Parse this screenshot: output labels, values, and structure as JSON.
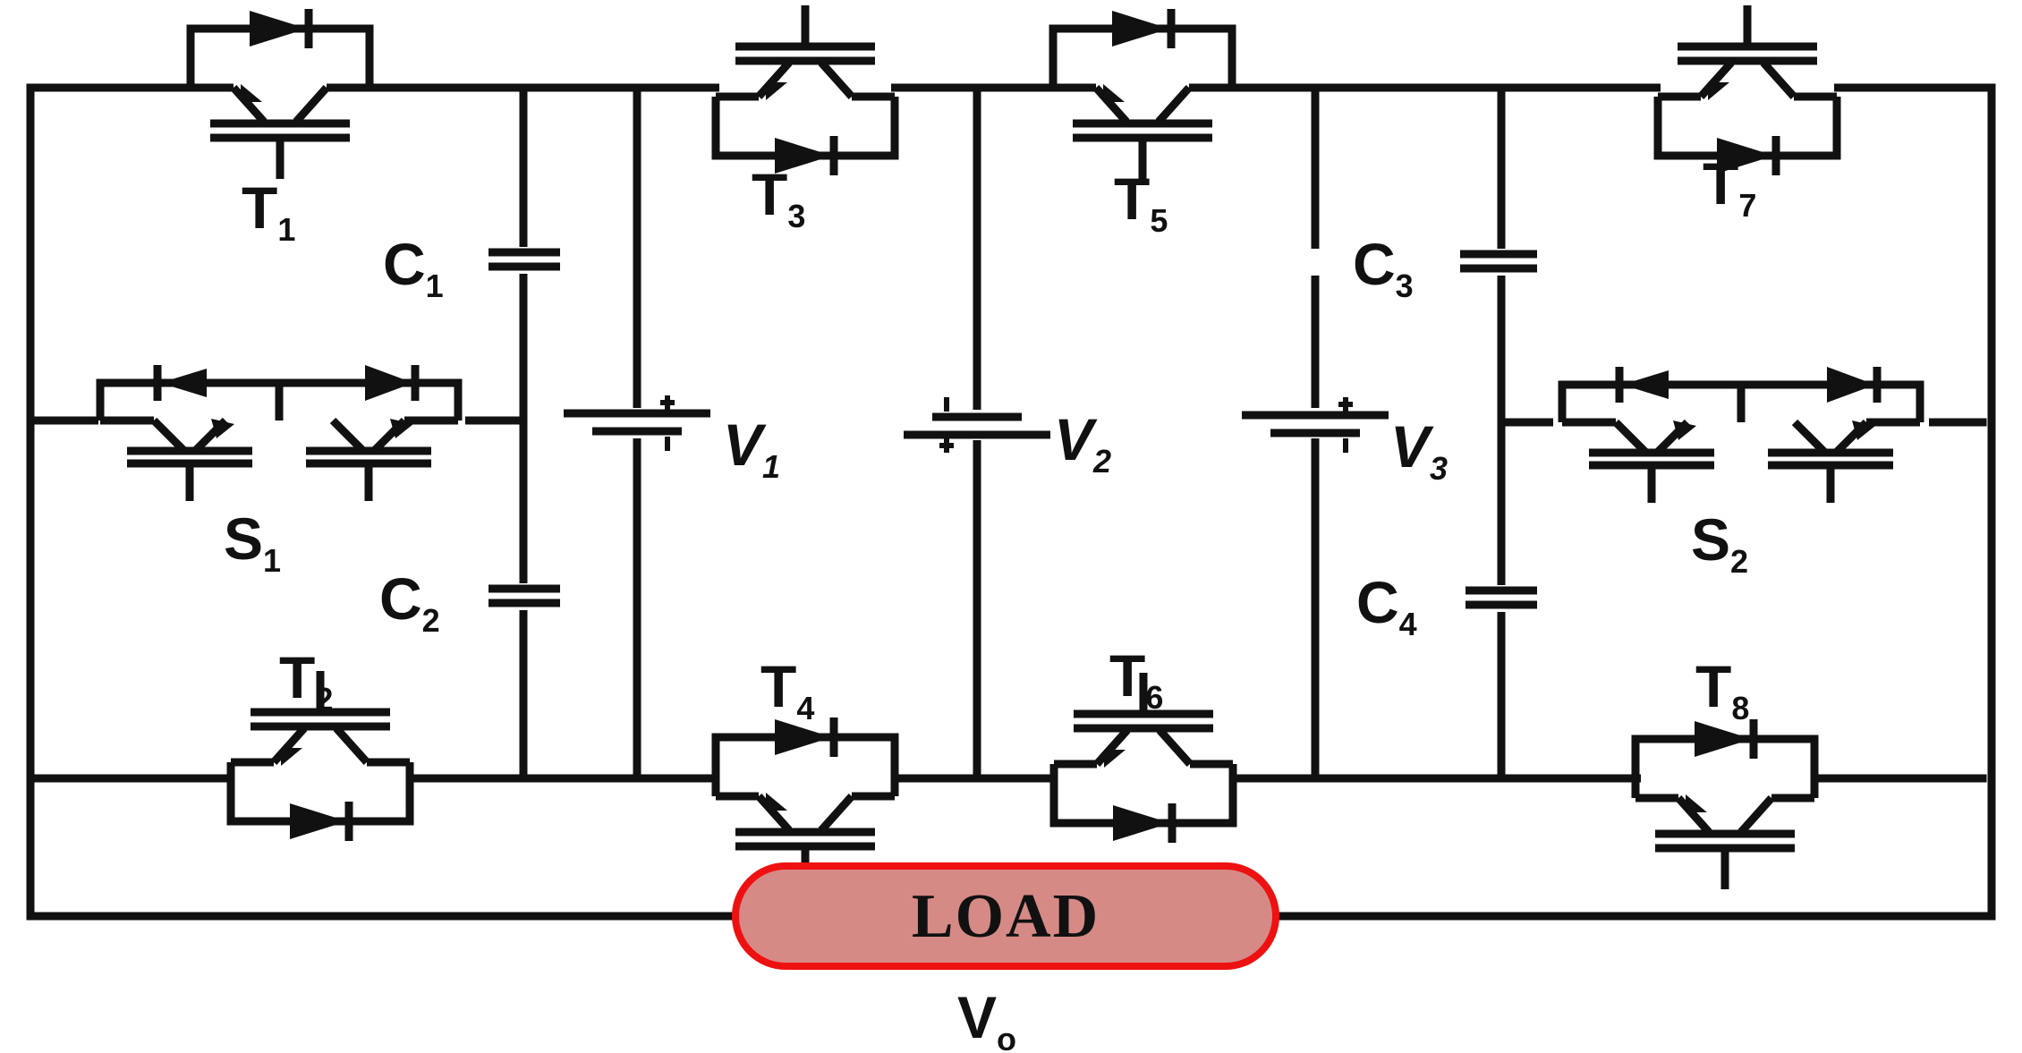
{
  "colors": {
    "wire": "#111111",
    "load_fill": "#d68a86",
    "load_stroke": "#ee1111"
  },
  "labels": {
    "T1": {
      "main": "T",
      "sub": "1"
    },
    "T2": {
      "main": "T",
      "sub": "2"
    },
    "T3": {
      "main": "T",
      "sub": "3"
    },
    "T4": {
      "main": "T",
      "sub": "4"
    },
    "T5": {
      "main": "T",
      "sub": "5"
    },
    "T6": {
      "main": "T",
      "sub": "6"
    },
    "T7": {
      "main": "T",
      "sub": "7"
    },
    "T8": {
      "main": "T",
      "sub": "8"
    },
    "S1": {
      "main": "S",
      "sub": "1"
    },
    "S2": {
      "main": "S",
      "sub": "2"
    },
    "C1": {
      "main": "C",
      "sub": "1"
    },
    "C2": {
      "main": "C",
      "sub": "2"
    },
    "C3": {
      "main": "C",
      "sub": "3"
    },
    "C4": {
      "main": "C",
      "sub": "4"
    },
    "V1": {
      "main": "V",
      "sub": "1"
    },
    "V2": {
      "main": "V",
      "sub": "2"
    },
    "V3": {
      "main": "V",
      "sub": "3"
    },
    "Vo": {
      "main": "V",
      "sub": "o"
    },
    "load": "LOAD"
  }
}
